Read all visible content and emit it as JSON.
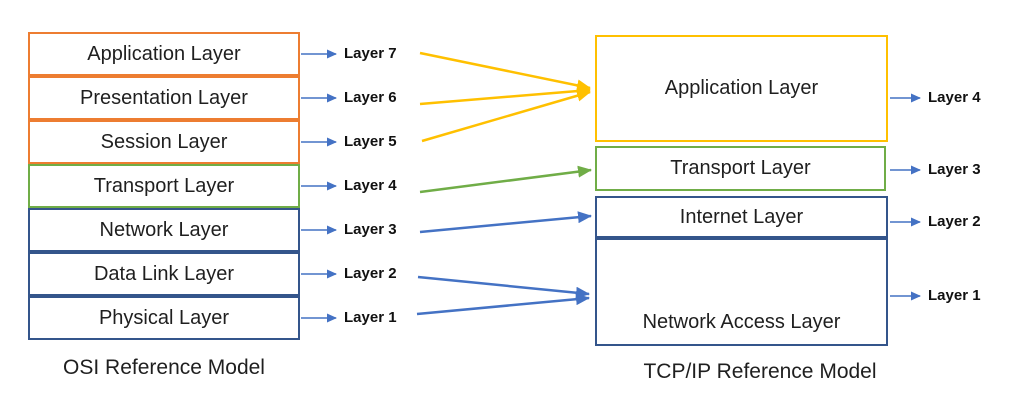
{
  "diagram": {
    "osi": {
      "caption": "OSI Reference Model",
      "layers": [
        {
          "label": "Application Layer",
          "tag": "Layer 7"
        },
        {
          "label": "Presentation Layer",
          "tag": "Layer 6"
        },
        {
          "label": "Session Layer",
          "tag": "Layer 5"
        },
        {
          "label": "Transport Layer",
          "tag": "Layer 4"
        },
        {
          "label": "Network Layer",
          "tag": "Layer 3"
        },
        {
          "label": "Data Link Layer",
          "tag": "Layer 2"
        },
        {
          "label": "Physical Layer",
          "tag": "Layer 1"
        }
      ]
    },
    "tcpip": {
      "caption": "TCP/IP Reference Model",
      "layers": [
        {
          "label": "Application Layer",
          "tag": "Layer 4"
        },
        {
          "label": "Transport Layer",
          "tag": "Layer 3"
        },
        {
          "label": "Internet Layer",
          "tag": "Layer 2"
        },
        {
          "label": "Network Access Layer",
          "tag": "Layer 1"
        }
      ]
    },
    "mappings": [
      {
        "from": [
          "Layer 7",
          "Layer 6",
          "Layer 5"
        ],
        "to": "Application Layer",
        "color": "#FFC000"
      },
      {
        "from": [
          "Layer 4"
        ],
        "to": "Transport Layer",
        "color": "#70AD47"
      },
      {
        "from": [
          "Layer 3"
        ],
        "to": "Internet Layer",
        "color": "#4472C4"
      },
      {
        "from": [
          "Layer 2",
          "Layer 1"
        ],
        "to": "Network Access Layer",
        "color": "#4472C4"
      }
    ],
    "colors": {
      "osi_upper_border": "#ED7D31",
      "transport_border": "#70AD47",
      "osi_lower_border": "#34558B",
      "tcpip_application_border": "#FFC000",
      "arrow_blue": "#4472C4",
      "text": "#1f1f1f",
      "background": "#ffffff"
    }
  }
}
